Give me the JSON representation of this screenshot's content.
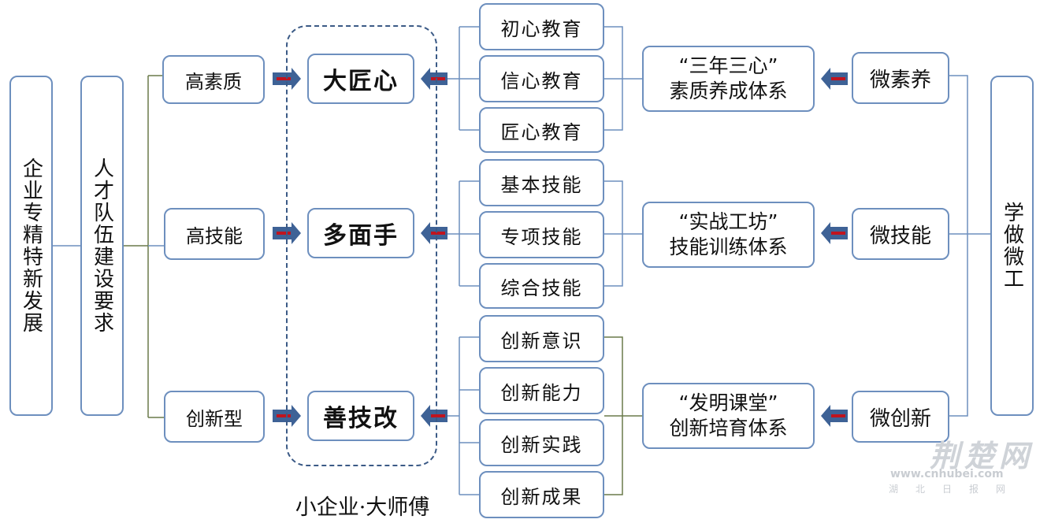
{
  "left": {
    "goal": "企业专精特新发展",
    "requirement": "人才队伍建设要求",
    "categories": [
      "高素质",
      "高技能",
      "创新型"
    ]
  },
  "core": {
    "items": [
      "大匠心",
      "多面手",
      "善技改"
    ],
    "caption": "小企业·大师傅"
  },
  "groups": [
    {
      "subs": [
        "初心教育",
        "信心教育",
        "匠心教育"
      ],
      "system_line1": "“三年三心”",
      "system_line2": "素质养成体系",
      "micro": "微素养"
    },
    {
      "subs": [
        "基本技能",
        "专项技能",
        "综合技能"
      ],
      "system_line1": "“实战工坊”",
      "system_line2": "技能训练体系",
      "micro": "微技能"
    },
    {
      "subs": [
        "创新意识",
        "创新能力",
        "创新实践",
        "创新成果"
      ],
      "system_line1": "“发明课堂”",
      "system_line2": "创新培育体系",
      "micro": "微创新"
    }
  ],
  "right": {
    "label": "学做微工"
  },
  "watermark": {
    "name": "荆楚网",
    "url": "www.cnhubei.com",
    "sub": "湖北日报网"
  },
  "colors": {
    "border": "#6d8fbe",
    "arrow_body": "#3e6296",
    "arrow_dot": "#c0141e",
    "dash": "#3b5a86"
  }
}
